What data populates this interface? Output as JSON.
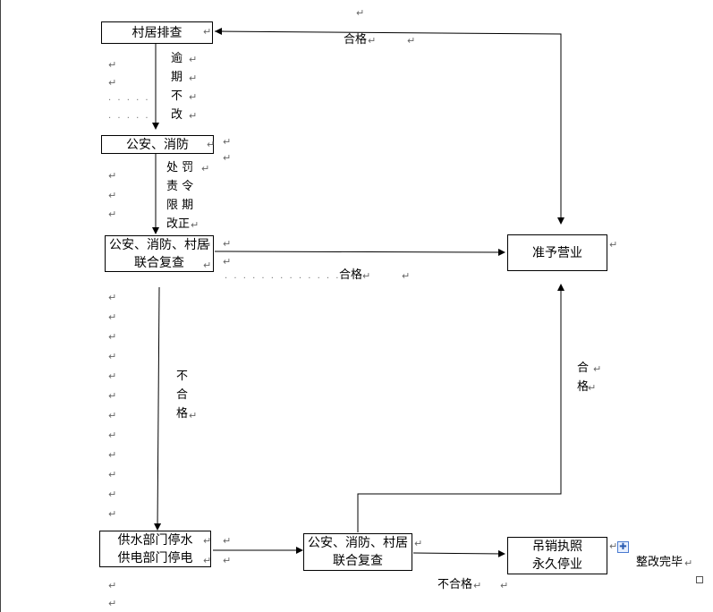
{
  "nodes": {
    "village_check": "村居排查",
    "police_fire": "公安、消防",
    "joint_review_1_line1": "公安、消防、村居",
    "joint_review_1_line2": "联合复查",
    "permit": "准予营业",
    "cutoff_line1": "供水部门停水",
    "cutoff_line2": "供电部门停电",
    "joint_review_2_line1": "公安、消防、村居",
    "joint_review_2_line2": "联合复查",
    "revoke_line1": "吊销执照",
    "revoke_line2": "永久停业"
  },
  "labels": {
    "qualified_top": "合格",
    "overdue_chars": [
      "逾",
      "期",
      "不",
      "改"
    ],
    "penalty_rows": [
      "处 罚",
      "责 令",
      "限 期",
      "改正"
    ],
    "qualified_mid": "合格",
    "unqualified_chars": [
      "不",
      "合",
      "格"
    ],
    "qualified_right_chars": [
      "合",
      "格"
    ],
    "unqualified_bottom": "不合格",
    "rectify_done": "整改完毕"
  },
  "marks": {
    "return_char": "↵",
    "dots_short": "· · · · ·",
    "dots_long": "· · · · · · · · · · · · · · ·"
  }
}
